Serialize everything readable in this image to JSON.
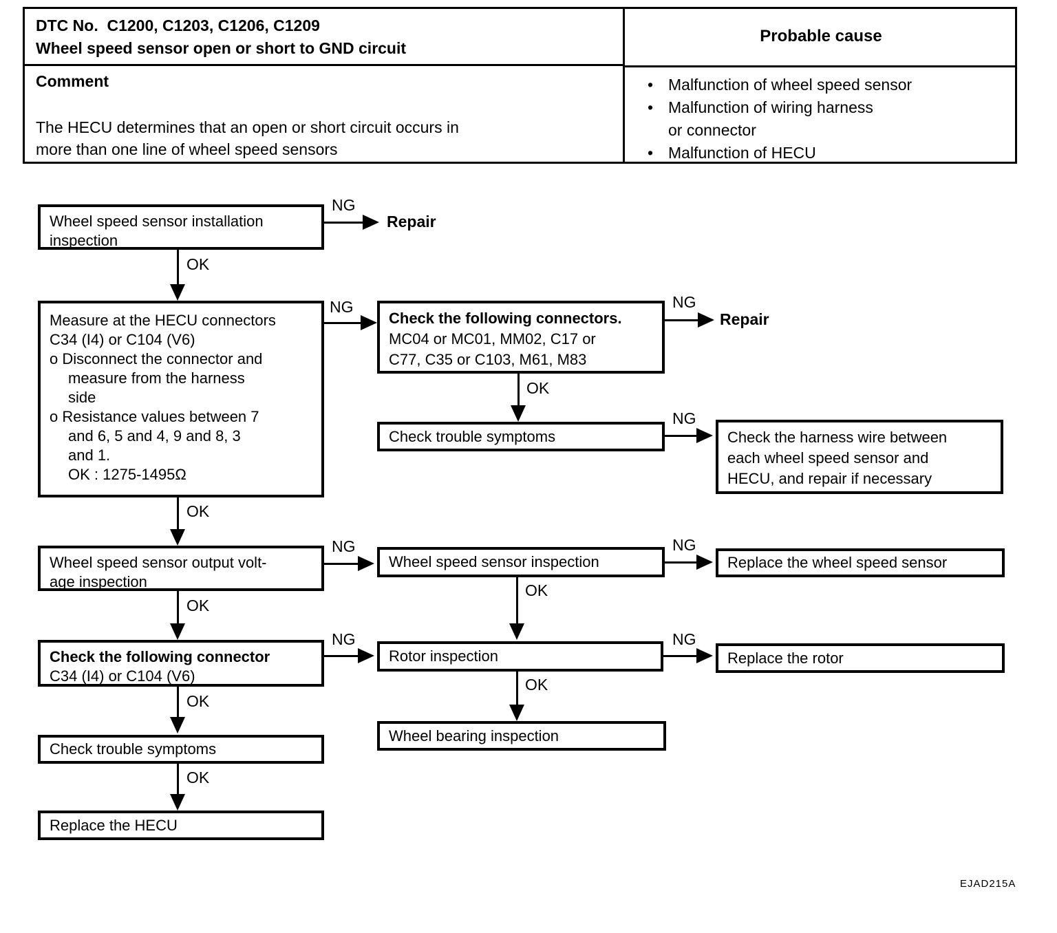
{
  "header_table": {
    "dtc_title_line1": "DTC No.  C1200, C1203, C1206, C1209",
    "dtc_title_line2": "Wheel speed sensor open or short to GND circuit",
    "probable_cause_title": "Probable cause",
    "comment_title": "Comment",
    "comment_body": "The HECU determines that an open or short circuit occurs in\nmore than one line of wheel speed sensors",
    "bullet": "•",
    "probable_causes": [
      "Malfunction of wheel speed sensor",
      "Malfunction of wiring harness\nor connector",
      "Malfunction of HECU"
    ]
  },
  "flowchart": {
    "ng_label": "NG",
    "ok_label": "OK",
    "repair_label": "Repair",
    "boxes": {
      "installation_inspection": {
        "lines": [
          "Wheel speed sensor installation",
          "inspection"
        ]
      },
      "measure_hecu": {
        "lines": [
          "Measure at the HECU connectors",
          "C34 (I4) or C104 (V6)",
          "o Disconnect the connector and",
          "measure from the harness",
          "side",
          "o Resistance values between 7",
          "and 6, 5 and 4, 9 and 8, 3",
          "and 1.",
          "OK : 1275-1495Ω"
        ]
      },
      "check_connectors": {
        "title": "Check the following connectors.",
        "lines": [
          "MC04 or MC01, MM02, C17 or",
          "C77, C35 or C103, M61, M83"
        ]
      },
      "check_trouble_symptoms_1": {
        "text": "Check trouble symptoms"
      },
      "check_harness_wire": {
        "lines": [
          "Check the harness wire between",
          "each wheel speed sensor and",
          "HECU, and repair if necessary"
        ]
      },
      "output_voltage_inspection": {
        "lines": [
          "Wheel speed sensor output volt-",
          "age inspection"
        ]
      },
      "wheel_speed_sensor_inspection": {
        "text": "Wheel speed sensor inspection"
      },
      "replace_wheel_speed_sensor": {
        "text": "Replace the wheel speed sensor"
      },
      "check_connector": {
        "title": "Check the following connector",
        "lines": [
          "C34 (I4) or C104 (V6)"
        ]
      },
      "rotor_inspection": {
        "text": "Rotor inspection"
      },
      "replace_rotor": {
        "text": "Replace the rotor"
      },
      "check_trouble_symptoms_2": {
        "text": "Check trouble symptoms"
      },
      "wheel_bearing_inspection": {
        "text": "Wheel bearing inspection"
      },
      "replace_hecu": {
        "text": "Replace the HECU"
      }
    }
  },
  "figure_code": "EJAD215A"
}
